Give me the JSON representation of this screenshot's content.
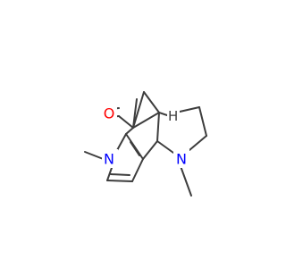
{
  "molecule": {
    "atom_labels": {
      "oxygen": "O",
      "nitrogen_pyrrole": "N",
      "nitrogen_amine": "N",
      "bridgehead_h": "H"
    },
    "colors": {
      "bond": "#3d3d3d",
      "oxygen": "#ff0000",
      "nitrogen": "#0000ff",
      "hydrogen": "#3d3d3d",
      "background": "#ffffff"
    }
  }
}
